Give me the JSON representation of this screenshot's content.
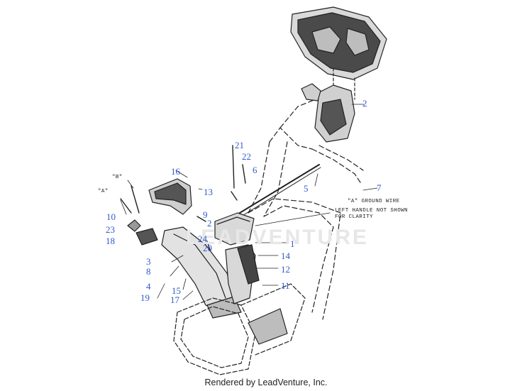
{
  "callouts": {
    "c1": "1",
    "c2a": "2",
    "c2b": "2",
    "c3": "3",
    "c4": "4",
    "c5": "5",
    "c6": "6",
    "c7": "7",
    "c8": "8",
    "c9": "9",
    "c10": "10",
    "c11": "11",
    "c12": "12",
    "c13": "13",
    "c14": "14",
    "c15": "15",
    "c16": "16",
    "c17": "17",
    "c18": "18",
    "c19": "19",
    "c20": "20",
    "c21": "21",
    "c22": "22",
    "c23": "23",
    "c24": "24"
  },
  "notes": {
    "marker_a_left": "\"A\"",
    "marker_b": "\"B\"",
    "ground_wire": "\"A\" GROUND WIRE",
    "left_handle_line1": "LEFT HANDLE NOT SHOWN",
    "left_handle_line2": "FOR CLARITY"
  },
  "watermark": "LEADVENTURE",
  "footer": "Rendered by LeadVenture, Inc.",
  "colors": {
    "callout": "#2f5bc9",
    "linework": "#222222",
    "watermark": "#e7e7e7"
  }
}
